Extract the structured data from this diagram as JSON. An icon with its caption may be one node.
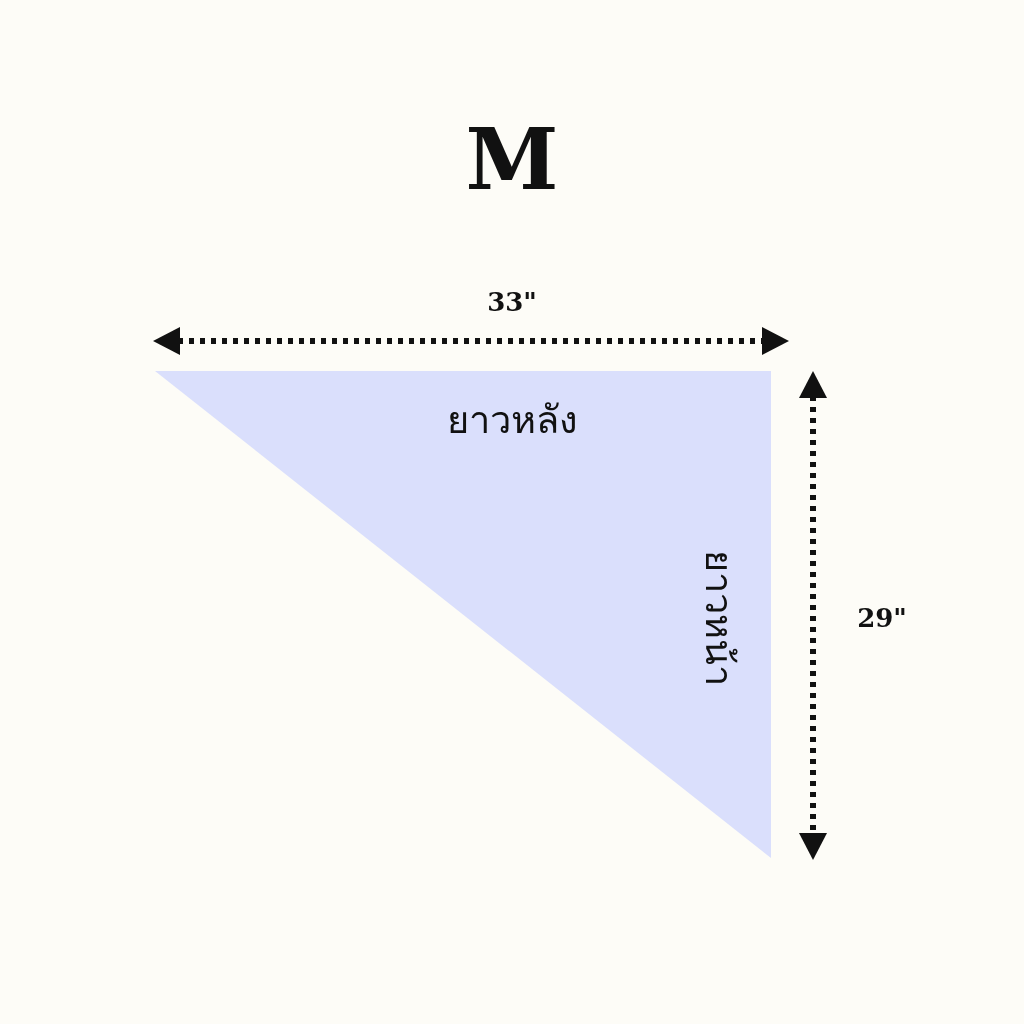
{
  "diagram": {
    "title": "M",
    "nodes": [
      {
        "text": [
          "ยาวหลัง",
          "ยาวหน้า"
        ]
      }
    ],
    "labels": [
      "33\"",
      "29\""
    ]
  }
}
